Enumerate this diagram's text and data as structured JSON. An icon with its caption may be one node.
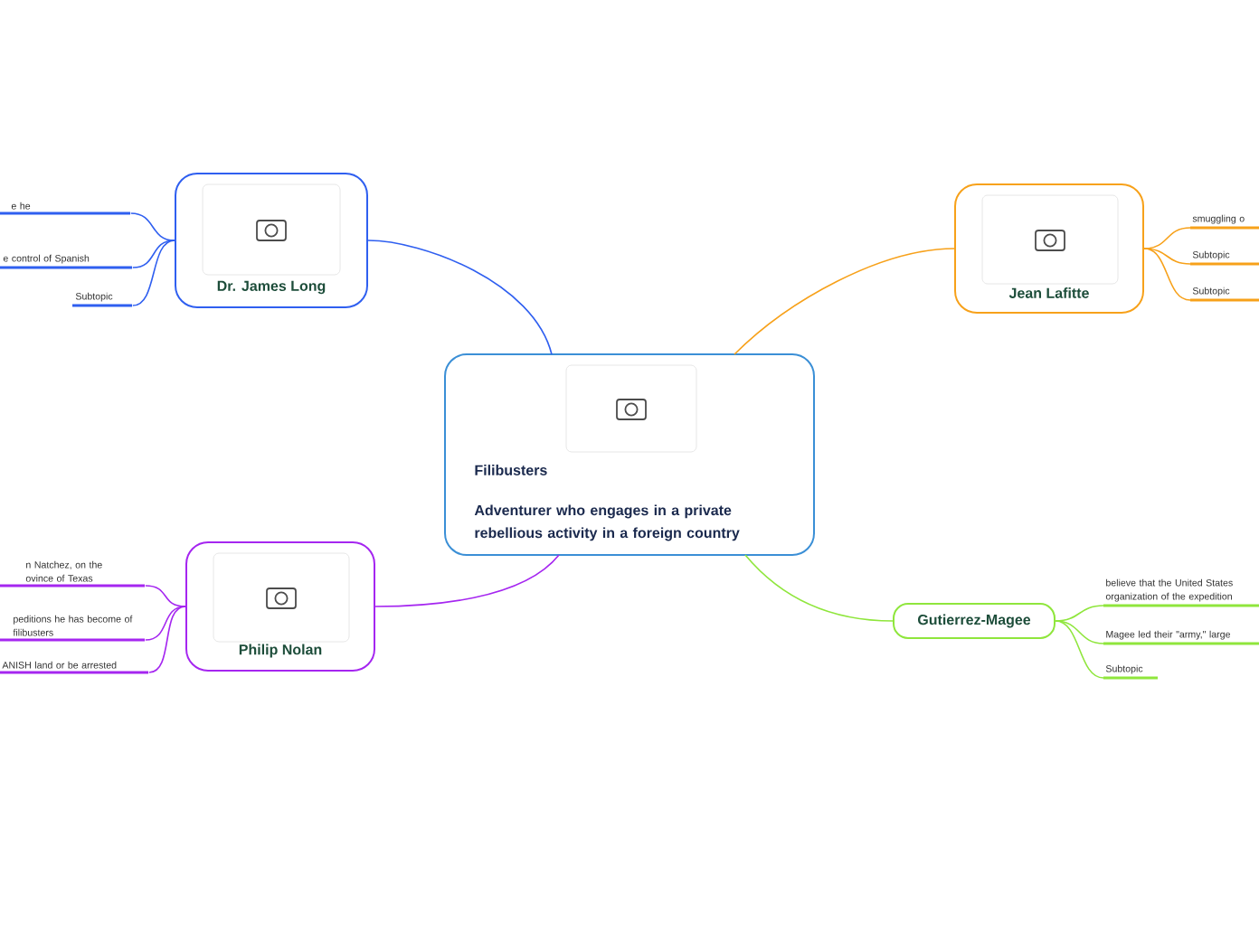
{
  "diagram": {
    "nodes": [
      {
        "text": [
          "Filibusters",
          "Adventurer who engages in a private rebellious activity in a foreign country"
        ]
      },
      {
        "text": [
          "Dr. James Long"
        ]
      },
      {
        "text": [
          "e he"
        ]
      },
      {
        "text": [
          "e control of Spanish"
        ]
      },
      {
        "text": [
          "Subtopic"
        ]
      },
      {
        "text": [
          "Jean Lafitte"
        ]
      },
      {
        "text": [
          "smuggling o"
        ]
      },
      {
        "text": [
          "Subtopic"
        ]
      },
      {
        "text": [
          "Subtopic"
        ]
      },
      {
        "text": [
          "Philip Nolan"
        ]
      },
      {
        "text": [
          "n Natchez, on the ovince of Texas"
        ]
      },
      {
        "text": [
          "peditions he has become of filibusters"
        ]
      },
      {
        "text": [
          "ANISH land or be arrested"
        ]
      },
      {
        "text": [
          "Gutierrez-Magee"
        ]
      },
      {
        "text": [
          "believe that the United States organization of the expedition"
        ]
      },
      {
        "text": [
          "Magee led their \"army,\" large"
        ]
      },
      {
        "text": [
          "Subtopic"
        ]
      }
    ],
    "edges": [
      {
        "from": 0,
        "to": 1,
        "arrow": "none",
        "color": "#2f5ff0"
      },
      {
        "from": 1,
        "to": 2,
        "arrow": "none",
        "color": "#2f5ff0"
      },
      {
        "from": 1,
        "to": 3,
        "arrow": "none",
        "color": "#2f5ff0"
      },
      {
        "from": 1,
        "to": 4,
        "arrow": "none",
        "color": "#2f5ff0"
      },
      {
        "from": 0,
        "to": 5,
        "arrow": "none",
        "color": "#f7a11a"
      },
      {
        "from": 5,
        "to": 6,
        "arrow": "none",
        "color": "#f7a11a"
      },
      {
        "from": 5,
        "to": 7,
        "arrow": "none",
        "color": "#f7a11a"
      },
      {
        "from": 5,
        "to": 8,
        "arrow": "none",
        "color": "#f7a11a"
      },
      {
        "from": 0,
        "to": 9,
        "arrow": "none",
        "color": "#a526f0"
      },
      {
        "from": 9,
        "to": 10,
        "arrow": "none",
        "color": "#a526f0"
      },
      {
        "from": 9,
        "to": 11,
        "arrow": "none",
        "color": "#a526f0"
      },
      {
        "from": 9,
        "to": 12,
        "arrow": "none",
        "color": "#a526f0"
      },
      {
        "from": 0,
        "to": 13,
        "arrow": "none",
        "color": "#8fe63c"
      },
      {
        "from": 13,
        "to": 14,
        "arrow": "none",
        "color": "#8fe63c"
      },
      {
        "from": 13,
        "to": 15,
        "arrow": "none",
        "color": "#8fe63c"
      },
      {
        "from": 13,
        "to": 16,
        "arrow": "none",
        "color": "#8fe63c"
      }
    ]
  }
}
